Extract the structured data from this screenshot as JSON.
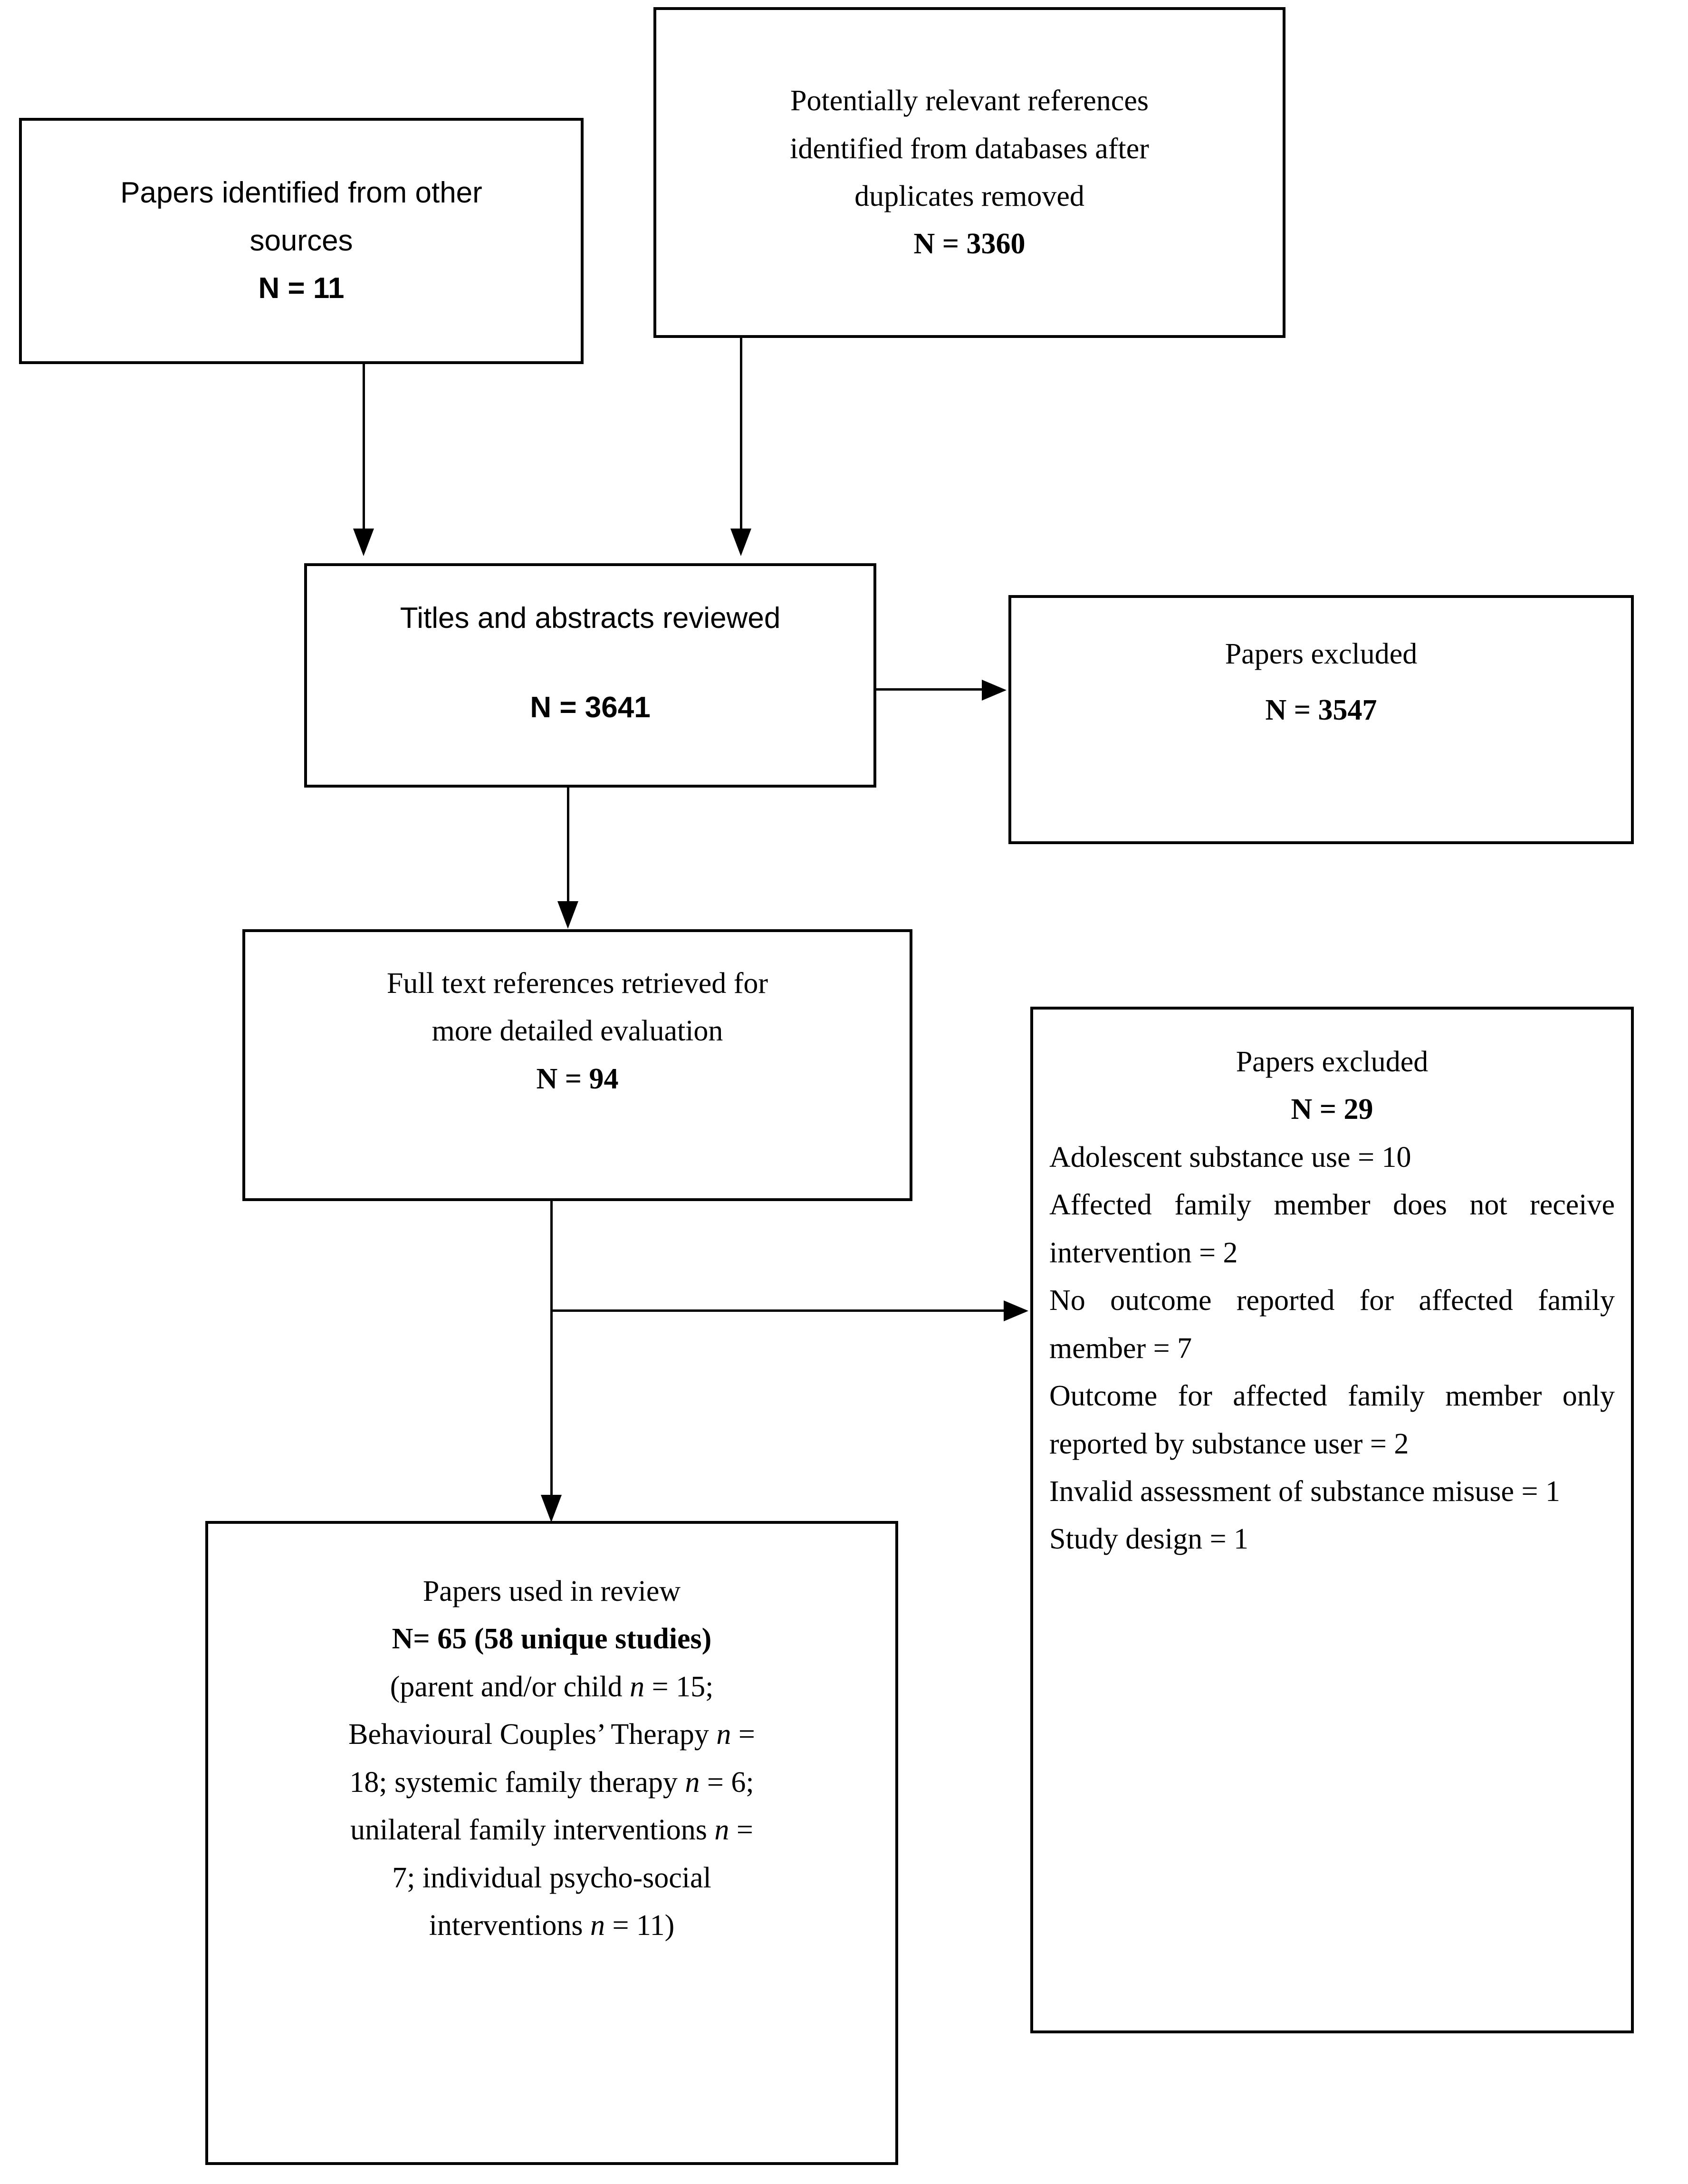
{
  "diagram": {
    "type": "prisma-flow-diagram",
    "background_color": "#ffffff",
    "line_color": "#000000"
  },
  "boxes": {
    "other_sources": {
      "lines": [
        "Papers identified from other",
        "sources",
        "N = 11"
      ],
      "count_label": "N = 11",
      "count": 11
    },
    "databases": {
      "lines": [
        "Potentially relevant references",
        "identified from databases after",
        "duplicates removed",
        "N = 3360"
      ],
      "count_label": "N = 3360",
      "count": 3360
    },
    "titles_abstracts": {
      "lines": [
        "Titles and abstracts reviewed",
        "N = 3641"
      ],
      "count_label": "N = 3641",
      "count": 3641
    },
    "excluded_screening": {
      "lines": [
        "Papers excluded",
        "N = 3547"
      ],
      "count_label": "N = 3547",
      "count": 3547
    },
    "full_text": {
      "lines": [
        "Full text references retrieved for",
        "more detailed evaluation",
        "N = 94"
      ],
      "count_label": "N = 94",
      "count": 94
    },
    "excluded_fulltext": {
      "title": "Papers excluded",
      "count_label": "N = 29",
      "count": 29,
      "reasons": [
        {
          "text": "Adolescent substance use = 10",
          "value": 10
        },
        {
          "text": "Affected family member does not receive intervention = 2",
          "value": 2
        },
        {
          "text": "No outcome reported for affected family member = 7",
          "value": 7
        },
        {
          "text": "Outcome for affected family member only reported by substance user = 2",
          "value": 2
        },
        {
          "text": "Invalid assessment of substance misuse = 1",
          "value": 1
        },
        {
          "text": "Study design = 1",
          "value": 1
        }
      ]
    },
    "included": {
      "title": "Papers used in review",
      "count_label": "N= 65 (58 unique studies)",
      "count": 65,
      "unique_studies": 58,
      "breakdown_open": "(parent and/or child ",
      "breakdown_parts": [
        {
          "label": "parent and/or child",
          "symbol": "n",
          "eq": " = ",
          "value": "15;"
        },
        {
          "label": "Behavioural Couples' Therapy",
          "symbol": "n",
          "eq": " = ",
          "value": "18;"
        },
        {
          "label": "systemic family therapy",
          "symbol": "n",
          "eq": " = ",
          "value": "6;"
        },
        {
          "label": "unilateral family interventions",
          "symbol": "n",
          "eq": " = ",
          "value": "7;"
        },
        {
          "label": "individual psycho-social interventions",
          "symbol": "n",
          "eq": " = ",
          "value": "11)"
        }
      ],
      "wrapped_lines": [
        "(parent and/or child n = 15;",
        "Behavioural Couples' Therapy n =",
        "18; systemic family therapy n = 6;",
        "unilateral family interventions n =",
        "7; individual psycho-social",
        "interventions n = 11)"
      ]
    }
  },
  "connectors": [
    {
      "name": "other-sources-to-titles",
      "from": "other_sources",
      "to": "titles_abstracts",
      "direction": "down"
    },
    {
      "name": "databases-to-titles",
      "from": "databases",
      "to": "titles_abstracts",
      "direction": "down"
    },
    {
      "name": "titles-to-excluded-screening",
      "from": "titles_abstracts",
      "to": "excluded_screening",
      "direction": "right"
    },
    {
      "name": "titles-to-full-text",
      "from": "titles_abstracts",
      "to": "full_text",
      "direction": "down"
    },
    {
      "name": "full-text-to-excluded-fulltext",
      "from": "full_text",
      "to": "excluded_fulltext",
      "direction": "right"
    },
    {
      "name": "full-text-to-included",
      "from": "full_text",
      "to": "included",
      "direction": "down"
    }
  ]
}
